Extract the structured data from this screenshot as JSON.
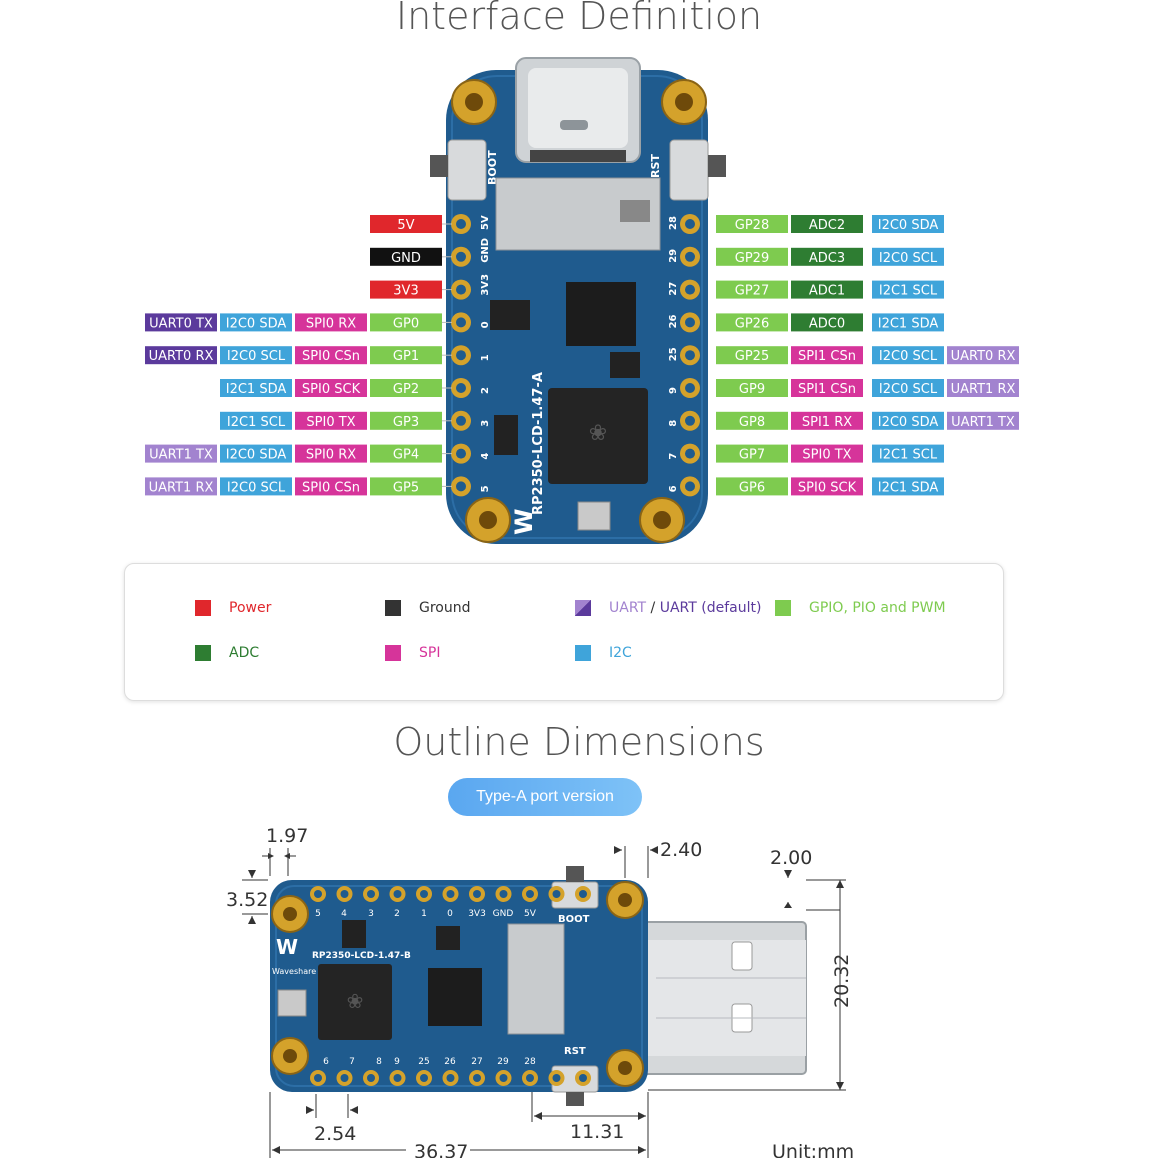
{
  "titles": {
    "interface": "Interface Definition",
    "outline": "Outline Dimensions"
  },
  "board": {
    "top_labels": {
      "boot": "BOOT",
      "rst": "RST",
      "name": "RP2350-LCD-1.47-A"
    },
    "left_silk": [
      "5V",
      "GND",
      "3V3",
      "0",
      "1",
      "2",
      "3",
      "4",
      "5"
    ],
    "right_silk": [
      "28",
      "29",
      "27",
      "26",
      "25",
      "9",
      "8",
      "7",
      "6"
    ]
  },
  "left_pins": [
    {
      "pin": "5V",
      "tags": []
    },
    {
      "pin": "GND",
      "tags": []
    },
    {
      "pin": "3V3",
      "tags": []
    },
    {
      "pin": "GP0",
      "tags": [
        {
          "t": "UART0 TX",
          "c": "uart"
        },
        {
          "t": "I2C0 SDA",
          "c": "i2c"
        },
        {
          "t": "SPI0 RX",
          "c": "spi"
        }
      ]
    },
    {
      "pin": "GP1",
      "tags": [
        {
          "t": "UART0 RX",
          "c": "uart"
        },
        {
          "t": "I2C0 SCL",
          "c": "i2c"
        },
        {
          "t": "SPI0 CSn",
          "c": "spi"
        }
      ]
    },
    {
      "pin": "GP2",
      "tags": [
        {
          "t": "I2C1 SDA",
          "c": "i2c"
        },
        {
          "t": "SPI0 SCK",
          "c": "spi"
        }
      ]
    },
    {
      "pin": "GP3",
      "tags": [
        {
          "t": "I2C1 SCL",
          "c": "i2c"
        },
        {
          "t": "SPI0 TX",
          "c": "spi"
        }
      ]
    },
    {
      "pin": "GP4",
      "tags": [
        {
          "t": "UART1 TX",
          "c": "uartlight"
        },
        {
          "t": "I2C0 SDA",
          "c": "i2c"
        },
        {
          "t": "SPI0 RX",
          "c": "spi"
        }
      ]
    },
    {
      "pin": "GP5",
      "tags": [
        {
          "t": "UART1 RX",
          "c": "uartlight"
        },
        {
          "t": "I2C0 SCL",
          "c": "i2c"
        },
        {
          "t": "SPI0 CSn",
          "c": "spi"
        }
      ]
    }
  ],
  "right_pins": [
    {
      "pin": "GP28",
      "tags": [
        {
          "t": "ADC2",
          "c": "adc"
        },
        {
          "t": "I2C0 SDA",
          "c": "i2c"
        }
      ]
    },
    {
      "pin": "GP29",
      "tags": [
        {
          "t": "ADC3",
          "c": "adc"
        },
        {
          "t": "I2C0 SCL",
          "c": "i2c"
        }
      ]
    },
    {
      "pin": "GP27",
      "tags": [
        {
          "t": "ADC1",
          "c": "adc"
        },
        {
          "t": "I2C1 SCL",
          "c": "i2c"
        }
      ]
    },
    {
      "pin": "GP26",
      "tags": [
        {
          "t": "ADC0",
          "c": "adc"
        },
        {
          "t": "I2C1 SDA",
          "c": "i2c"
        }
      ]
    },
    {
      "pin": "GP25",
      "tags": [
        {
          "t": "SPI1 CSn",
          "c": "spi"
        },
        {
          "t": "I2C0 SCL",
          "c": "i2c"
        },
        {
          "t": "UART0 RX",
          "c": "uartlight"
        }
      ]
    },
    {
      "pin": "GP9",
      "tags": [
        {
          "t": "SPI1 CSn",
          "c": "spi"
        },
        {
          "t": "I2C0 SCL",
          "c": "i2c"
        },
        {
          "t": "UART1 RX",
          "c": "uartlight"
        }
      ]
    },
    {
      "pin": "GP8",
      "tags": [
        {
          "t": "SPI1 RX",
          "c": "spi"
        },
        {
          "t": "I2C0 SDA",
          "c": "i2c"
        },
        {
          "t": "UART1 TX",
          "c": "uartlight"
        }
      ]
    },
    {
      "pin": "GP7",
      "tags": [
        {
          "t": "SPI0 TX",
          "c": "spi"
        },
        {
          "t": "I2C1 SCL",
          "c": "i2c"
        }
      ]
    },
    {
      "pin": "GP6",
      "tags": [
        {
          "t": "SPI0 SCK",
          "c": "spi"
        },
        {
          "t": "I2C1 SDA",
          "c": "i2c"
        }
      ]
    }
  ],
  "colors": {
    "power": "#e0272c",
    "ground": "#111111",
    "uart": "#5b3a9c",
    "uartlight": "#a283cf",
    "gpio": "#7ecb4f",
    "adc": "#2e7d32",
    "spi": "#d6349a",
    "i2c": "#3fa4da",
    "board": "#1f5b8e",
    "gold": "#d4a22b"
  },
  "legend": {
    "power": "Power",
    "ground": "Ground",
    "uart_a": "UART",
    "uart_sep": " / ",
    "uart_b": "UART (default)",
    "gpio": "GPIO, PIO and PWM",
    "adc": "ADC",
    "spi": "SPI",
    "i2c": "I2C"
  },
  "outline": {
    "pill": "Type-A port version",
    "dims": {
      "d197": "1.97",
      "d352": "3.52",
      "d240": "2.40",
      "d200": "2.00",
      "d2032": "20.32",
      "d254": "2.54",
      "d3637": "36.37",
      "d1131": "11.31"
    },
    "unit": "Unit:mm",
    "silk_top": [
      "5",
      "4",
      "3",
      "2",
      "1",
      "0",
      "3V3",
      "GND",
      "5V"
    ],
    "silk_bottom": [
      "6",
      "7",
      "8",
      "9",
      "25",
      "26",
      "27",
      "29",
      "28"
    ],
    "boot": "BOOT",
    "rst": "RST",
    "name": "RP2350-LCD-1.47-B",
    "brand": "Waveshare"
  }
}
